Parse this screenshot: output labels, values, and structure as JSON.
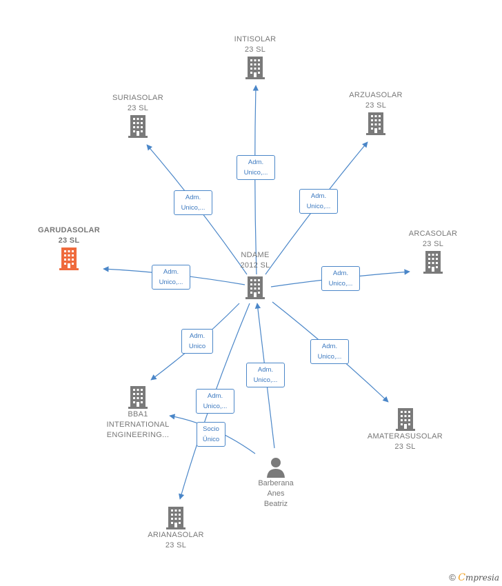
{
  "colors": {
    "company": "#7a7a7a",
    "highlight": "#ef6a3c",
    "person": "#7a7a7a",
    "edge": "#4a86c8",
    "label": "#3b78bf"
  },
  "nodes": {
    "center": {
      "lines": "NDAME\n2012  SL",
      "icon": "building-icon"
    },
    "intisolar": {
      "lines": "INTISOLAR\n23  SL",
      "icon": "building-icon"
    },
    "suriasolar": {
      "lines": "SURIASOLAR\n23  SL",
      "icon": "building-icon"
    },
    "arzuasolar": {
      "lines": "ARZUASOLAR\n23  SL",
      "icon": "building-icon"
    },
    "garudasolar": {
      "lines": "GARUDASOLAR\n23  SL",
      "icon": "building-icon"
    },
    "arcasolar": {
      "lines": "ARCASOLAR\n23  SL",
      "icon": "building-icon"
    },
    "bba1": {
      "lines": "BBA1\nINTERNATIONAL\nENGINEERING...",
      "icon": "building-icon"
    },
    "amaterasu": {
      "lines": "AMATERASUSOLAR\n23  SL",
      "icon": "building-icon"
    },
    "ariana": {
      "lines": "ARIANASOLAR\n23  SL",
      "icon": "building-icon"
    },
    "person": {
      "lines": "Barberana\nAnes\nBeatriz",
      "icon": "person-icon"
    }
  },
  "relations": {
    "to_intisolar": "Adm.\nUnico,...",
    "to_suriasolar": "Adm.\nUnico,...",
    "to_arzuasolar": "Adm.\nUnico,...",
    "to_garudasolar": "Adm.\nUnico,...",
    "to_arcasolar": "Adm.\nUnico,...",
    "to_bba1": "Adm.\nUnico",
    "to_amaterasu": "Adm.\nUnico,...",
    "person_to_center": "Adm.\nUnico,...",
    "to_ariana": "Adm.\nUnico,...",
    "person_to_bba1": "Socio\nÚnico"
  },
  "brand": {
    "copyright": "©",
    "e": "C",
    "rest": "mpresia"
  }
}
